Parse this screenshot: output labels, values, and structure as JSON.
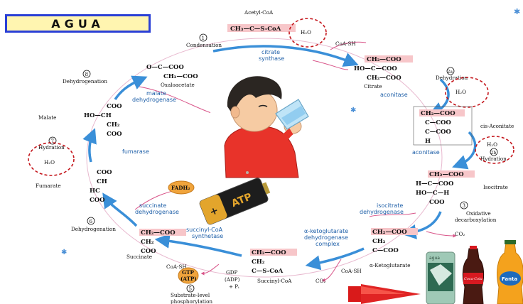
{
  "title": "AGUA",
  "compounds": {
    "acetyl_coa": "Acetyl-CoA",
    "ch3_co_scoa": "CH₃—C—S-CoA",
    "citrate_top": "CH₂—COO",
    "citrate_mid": "HO—C—COO",
    "citrate_bot": "CH₂—COO",
    "citrate": "Citrate",
    "cis_top": "CH₂—COO",
    "cis_mid": "C—COO",
    "cis_bot": "C—COO",
    "cis_h": "H",
    "cis_aconitate": "cis-Aconitate",
    "isocitrate_top": "CH₂—COO",
    "isocitrate_mid": "H—C—COO",
    "isocitrate_bot": "HO—C—H",
    "isocitrate_coo": "COO",
    "isocitrate": "Isocitrate",
    "akg_top": "CH₂—COO",
    "akg_mid": "CH₂",
    "akg_bot": "C—COO",
    "akg": "α-Ketoglutarate",
    "succoa_top": "CH₂—COO",
    "succoa_mid": "CH₂",
    "succoa_bot": "C—S-CoA",
    "succinyl_coa": "Succinyl-CoA",
    "succ_top": "CH₂—COO",
    "succ_mid": "CH₂",
    "succ_bot": "COO",
    "succinate": "Succinate",
    "fum_top": "COO",
    "fum_mid": "CH",
    "fum_mid2": "HC",
    "fum_bot": "COO",
    "fumarate": "Fumarate",
    "mal_top": "COO",
    "mal_mid": "HO—CH",
    "mal_mid2": "CH₂",
    "mal_bot": "COO",
    "malate": "Malate",
    "oxa_top": "O—C—COO",
    "oxa_bot": "CH₂—COO",
    "oxaloacetate": "Oxaloacetate",
    "coa_sh_1": "CoA-SH",
    "coa_sh_2": "CoA-SH",
    "coa_sh_3": "CoA-SH",
    "co2_1": "CO₂",
    "co2_2": "CO₂",
    "fadh2": "FADH₂",
    "gtp": "GTP",
    "atp_small": "(ATP)",
    "gdp": "GDP",
    "adp": "(ADP)",
    "pi": "+ Pᵢ",
    "h2o_top": "H₂O",
    "h2o_right": "H₂O",
    "h2o_right2": "H₂O",
    "h2o_left": "H₂O"
  },
  "enzymes": {
    "citrate_synthase_1": "citrate",
    "citrate_synthase_2": "synthase",
    "aconitase_1": "aconitase",
    "aconitase_2": "aconitase",
    "isocitrate_dh_1": "isocitrate",
    "isocitrate_dh_2": "dehydrogenase",
    "akg_dh_1": "α-ketoglutarate",
    "akg_dh_2": "dehydrogenase",
    "akg_dh_3": "complex",
    "succoa_synth_1": "succinyl-CoA",
    "succoa_synth_2": "synthetase",
    "succ_dh_1": "succinate",
    "succ_dh_2": "dehydrogenase",
    "fumarase": "fumarase",
    "malate_dh_1": "malate",
    "malate_dh_2": "dehydrogenase"
  },
  "steps": {
    "s1_num": "1",
    "s1": "Condensation",
    "s2a_num": "2a",
    "s2a": "Dehydration",
    "s2b_num": "2b",
    "s2b": "Hydration",
    "s3_num": "3",
    "s3a": "Oxidative",
    "s3b": "decarboxylation",
    "s5_num": "5",
    "s5a": "Substrate-level",
    "s5b": "phosphorylation",
    "s6_num": "6",
    "s6": "Dehydrogenation",
    "s7_num": "7",
    "s7": "Hydration",
    "s8_num": "8",
    "s8": "Dehydrogenation"
  },
  "battery_label": "ATP",
  "can_label": "agua",
  "bottle_label": "Coca-Cola",
  "fanta_label": "Fanta",
  "colors": {
    "arrow_blue": "#3a8fd8",
    "highlight_pink": "#f7c6c9",
    "dash_red": "#c4161c",
    "title_border": "#2a3fd6",
    "title_fill": "#fff5b0"
  }
}
